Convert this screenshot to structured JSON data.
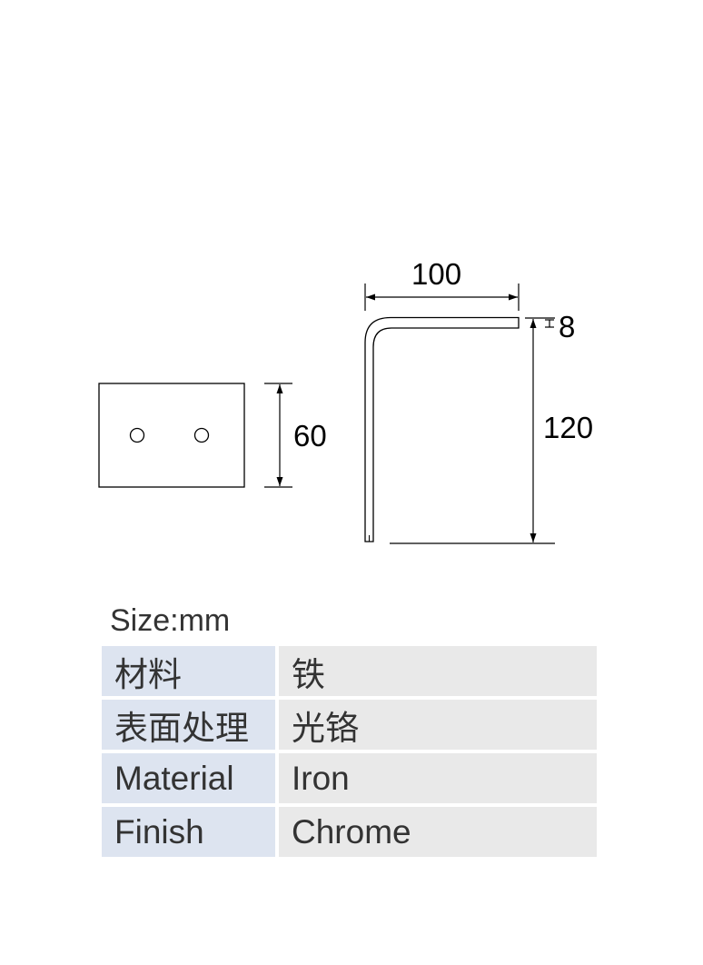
{
  "dimensions": {
    "width": "100",
    "height": "120",
    "thickness": "8",
    "plate_height": "60"
  },
  "size_label": "Size:mm",
  "spec_rows": [
    {
      "key": "材料",
      "value": "铁"
    },
    {
      "key": "表面处理",
      "value": "光铬"
    },
    {
      "key": "Material",
      "value": "Iron"
    },
    {
      "key": "Finish",
      "value": "Chrome"
    }
  ],
  "colors": {
    "line": "#000000",
    "key_cell": "#dde4f0",
    "value_cell": "#e9e9e9",
    "text": "#333333"
  }
}
